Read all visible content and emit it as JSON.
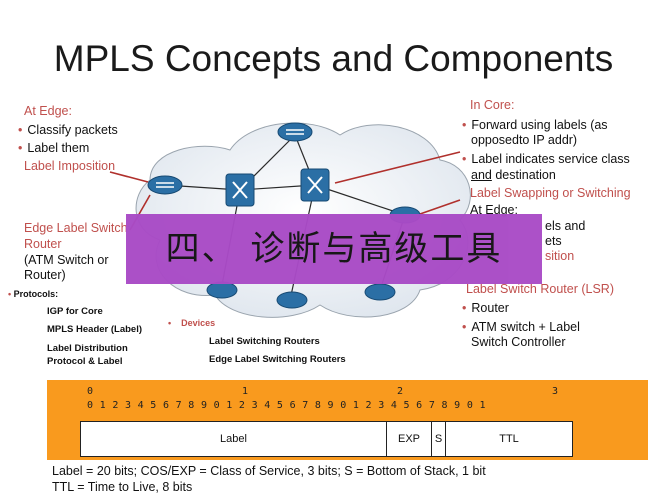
{
  "title": "MPLS Concepts and Components",
  "edge": {
    "heading": "At Edge:",
    "items": [
      "Classify packets",
      "Label them"
    ],
    "imposition": "Label Imposition",
    "router_heading": "Edge Label Switch",
    "router_heading2": "Router",
    "router_sub": "(ATM Switch or",
    "router_sub2": "Router)"
  },
  "core": {
    "heading": "In Core:",
    "item1a": "Forward using labels (as",
    "item1b": "opposedto IP addr)",
    "item2a": "Label indicates service class",
    "item2b_u": "and",
    "item2b_rest": " destination",
    "swapping": "Label Swapping or Switching",
    "at_edge": "At Edge:",
    "partial1": "els and",
    "partial2": "ets",
    "partial3": "sition",
    "lsr": "Label Switch Router (LSR)",
    "r1": "Router",
    "r2a": "ATM switch + Label",
    "r2b": "Switch Controller"
  },
  "protocols": {
    "heading": "Protocols:",
    "items": [
      "IGP for Core",
      "MPLS Header (Label)",
      "Label Distribution",
      "Protocol & Label"
    ]
  },
  "devices": {
    "heading": "Devices",
    "items": [
      "Label Switching Routers",
      "Edge Label Switching Routers"
    ]
  },
  "banner": "四、 诊断与高级工具",
  "header_format": {
    "tens": [
      "0",
      "1",
      "2",
      "3"
    ],
    "bits": "0 1 2 3 4 5 6 7 8 9 0 1 2 3 4 5 6 7 8 9 0 1 2 3 4 5 6 7 8 9 0 1",
    "fields": [
      "Label",
      "EXP",
      "S",
      "TTL"
    ],
    "field_bits": [
      20,
      3,
      1,
      8
    ]
  },
  "caption": {
    "line1": "Label = 20 bits; COS/EXP = Class of Service, 3 bits; S = Bottom of Stack, 1 bit",
    "line2": "TTL = Time to Live, 8 bits"
  }
}
